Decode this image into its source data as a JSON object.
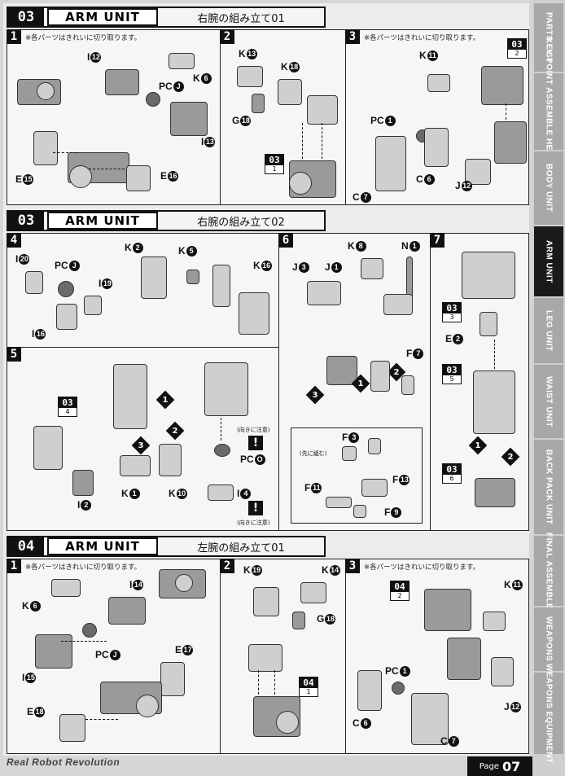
{
  "sections": [
    {
      "num": "03",
      "title": "ARM UNIT",
      "subtitle": "右腕の組み立て01"
    },
    {
      "num": "03",
      "title": "ARM UNIT",
      "subtitle": "右腕の組み立て02"
    },
    {
      "num": "04",
      "title": "ARM UNIT",
      "subtitle": "左腕の組み立て01"
    }
  ],
  "steps": {
    "s1": "1",
    "s2": "2",
    "s3": "3",
    "s4": "4",
    "s5": "5",
    "s6": "6",
    "s7": "7",
    "b1": "1",
    "b2": "2",
    "b3": "3"
  },
  "notes": {
    "cut_clean": "※各パーツはきれいに切り取ります。",
    "direction": "(向きに注意)",
    "insert_first": "(先に組む)"
  },
  "labels": {
    "I12": "I",
    "I12c": "12",
    "PCJ": "PC",
    "PCJc": "J",
    "K6": "K",
    "K6c": "6",
    "I13": "I",
    "I13c": "13",
    "E15": "E",
    "E15c": "15",
    "E16": "E",
    "E16c": "16",
    "K13": "K",
    "K13c": "13",
    "K18": "K",
    "K18c": "18",
    "G18": "G",
    "G18c": "18",
    "K11": "K",
    "K11c": "11",
    "PC1": "PC",
    "PC1c": "1",
    "C6": "C",
    "C6c": "6",
    "C7": "C",
    "C7c": "7",
    "J12": "J",
    "J12c": "12",
    "I20": "I",
    "I20c": "20",
    "I19": "I",
    "I19c": "19",
    "I16": "I",
    "I16c": "16",
    "K2": "K",
    "K2c": "2",
    "K5": "K",
    "K5c": "5",
    "K16": "K",
    "K16c": "16",
    "K8": "K",
    "K8c": "8",
    "N1": "N",
    "N1c": "1",
    "J3": "J",
    "J3c": "3",
    "J1": "J",
    "J1c": "1",
    "F7": "F",
    "F7c": "7",
    "F3": "F",
    "F3c": "3",
    "F11": "F",
    "F11c": "11",
    "F13": "F",
    "F13c": "13",
    "F9": "F",
    "F9c": "9",
    "E2": "E",
    "E2c": "2",
    "K1": "K",
    "K1c": "1",
    "K10": "K",
    "K10c": "10",
    "I2": "I",
    "I2c": "2",
    "PCO": "PC",
    "PCOc": "O",
    "I4": "I",
    "I4c": "4",
    "K19": "K",
    "K19c": "19",
    "K14": "K",
    "K14c": "14",
    "I14": "I",
    "I14c": "14",
    "E17": "E",
    "E17c": "17",
    "E18": "E",
    "E18c": "18",
    "I15": "I",
    "I15c": "15"
  },
  "refs": {
    "r031": {
      "t": "03",
      "b": "1"
    },
    "r032": {
      "t": "03",
      "b": "2"
    },
    "r033": {
      "t": "03",
      "b": "3"
    },
    "r034": {
      "t": "03",
      "b": "4"
    },
    "r035": {
      "t": "03",
      "b": "5"
    },
    "r036": {
      "t": "03",
      "b": "6"
    },
    "r041": {
      "t": "04",
      "b": "1"
    },
    "r042": {
      "t": "04",
      "b": "2"
    }
  },
  "order": {
    "o1": "1",
    "o2": "2",
    "o3": "3"
  },
  "side_tabs": [
    "PARTS LIST",
    "KEY POINT ASSEMBLE HEAD UNIT",
    "BODY UNIT",
    "ARM UNIT",
    "LEG UNIT",
    "WAIST UNIT",
    "BACK PACK UNIT",
    "FINAL ASSEMBLE",
    "WEAPONS",
    "WEAPONS EQUIPMENT"
  ],
  "footer": {
    "brand": "Real Robot Revolution",
    "page_label": "Page",
    "page_num": "07"
  },
  "colors": {
    "ink": "#111111",
    "paper": "#ececec",
    "tab": "#a8a8a8",
    "tab_active": "#1a1a1a"
  }
}
